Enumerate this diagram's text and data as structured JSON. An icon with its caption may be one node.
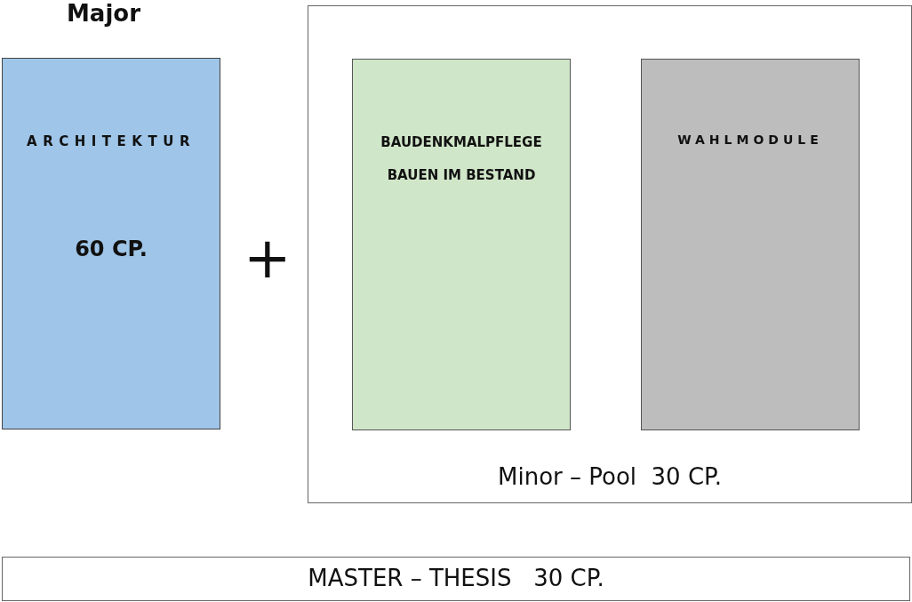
{
  "diagram": {
    "nodes": [
      {
        "text": [
          "Major",
          "ARCHITEKTUR",
          "60 CP."
        ]
      },
      {
        "text": [
          "Minor – Pool  30 CP."
        ]
      },
      {
        "text": [
          "BAUDENKMALPFLEGE",
          "BAUEN IM BESTAND"
        ],
        "in": 1
      },
      {
        "text": [
          "WAHLMODULE"
        ],
        "in": 1
      },
      {
        "text": [
          "MASTER – THESIS   30 CP."
        ]
      }
    ],
    "edges": [],
    "labels": [
      "+"
    ]
  }
}
